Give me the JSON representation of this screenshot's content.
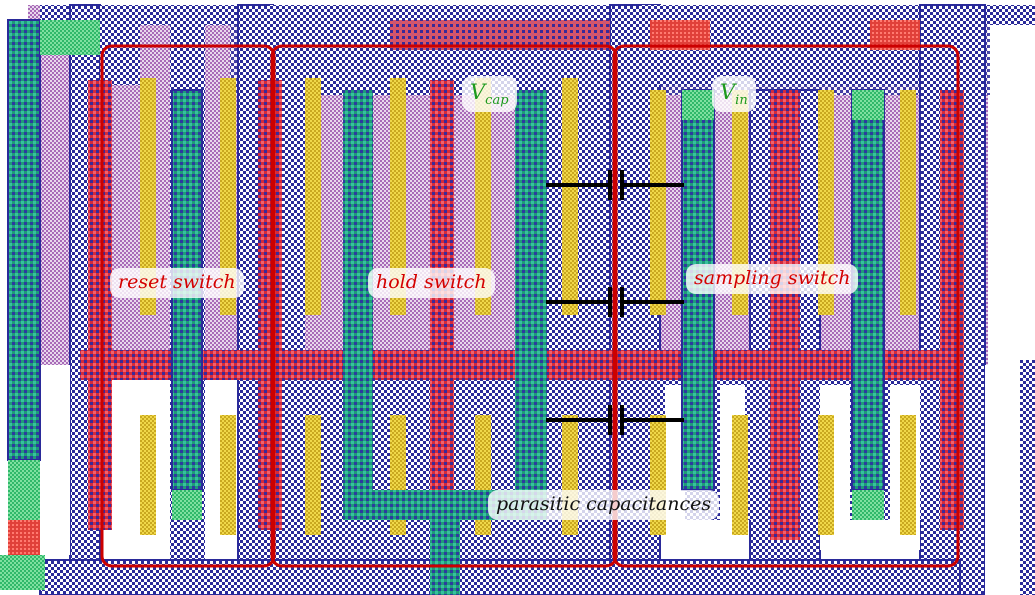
{
  "labels": {
    "reset_switch": "reset switch",
    "hold_switch": "hold switch",
    "sampling_switch": "sampling switch",
    "parasitic": "parasitic capacitances",
    "v_cap_main": "V",
    "v_cap_sub": "cap",
    "v_in_main": "V",
    "v_in_sub": "in"
  },
  "colors": {
    "region_outline": "#cc0000",
    "metal_blue": "#2a2a9a",
    "diffusion_green": "#1f9a78",
    "poly_red": "#d42a3a",
    "poly_yellow": "#e6c82a",
    "contact_teal": "#1e7a6e",
    "capacitor_symbol": "#000000",
    "label_red": "#d40000",
    "label_green": "#1e9a1e"
  },
  "icons": {
    "capacitor": "capacitor-symbol"
  }
}
